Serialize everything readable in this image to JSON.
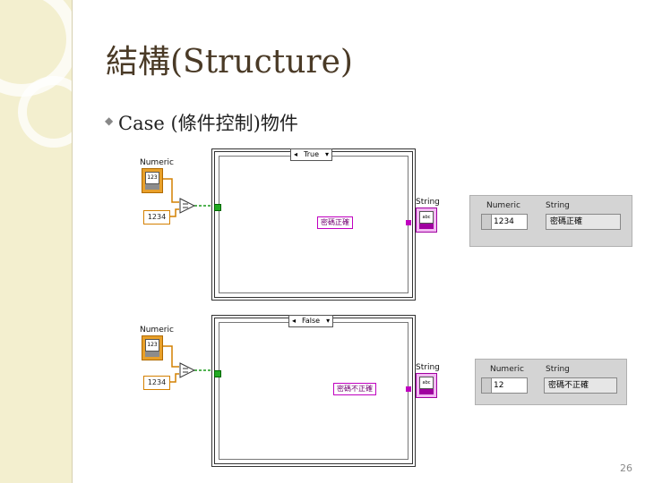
{
  "slide": {
    "title": "結構(Structure)",
    "bullet": "Case (條件控制)物件",
    "page_number": "26"
  },
  "diagrams": [
    {
      "control_label": "Numeric",
      "control_glyph": "123",
      "constant": "1234",
      "case_label": "True",
      "string_constant": "密碼正確",
      "indicator_label": "String",
      "indicator_glyph": "abc"
    },
    {
      "control_label": "Numeric",
      "control_glyph": "123",
      "constant": "1234",
      "case_label": "False",
      "string_constant": "密碼不正確",
      "indicator_label": "String",
      "indicator_glyph": "abc"
    }
  ],
  "panels": [
    {
      "numeric_label": "Numeric",
      "string_label": "String",
      "numeric_value": "1234",
      "string_value": "密碼正確"
    },
    {
      "numeric_label": "Numeric",
      "string_label": "String",
      "numeric_value": "12",
      "string_value": "密碼不正確"
    }
  ],
  "colors": {
    "sidebar": "#f3efcf",
    "numeric_wire": "#d48000",
    "string_wire": "#c000c0",
    "bool_wire": "#1a9a1a"
  }
}
